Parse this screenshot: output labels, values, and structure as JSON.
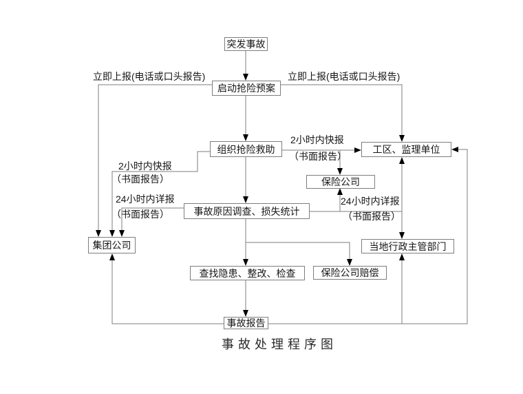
{
  "diagram": {
    "title": "事故处理程序图",
    "nodes": {
      "sudden_accident": "突发事故",
      "launch_plan": "启动抢险预案",
      "organize_rescue": "组织抢险救助",
      "work_area_supervisor": "工区、监理单位",
      "insurance_company": "保险公司",
      "cause_investigation": "事故原因调查、损失统计",
      "group_company": "集团公司",
      "local_authority": "当地行政主管部门",
      "hazard_check": "查找隐患、整改、检查",
      "insurance_compensation": "保险公司赔偿",
      "accident_report": "事故报告"
    },
    "edge_labels": {
      "immediate_report_left": "立即上报(电话或口头报告)",
      "immediate_report_right": "立即上报(电话或口头报告)",
      "quick_report_left_line1": "2小时内快报",
      "quick_report_left_line2": "（书面报告）",
      "quick_report_right_line1": "2小时内快报",
      "quick_report_right_line2": "（书面报告）",
      "detail_report_left_line1": "24小时内详报",
      "detail_report_left_line2": "（书面报告）",
      "detail_report_right_line1": "24小时内详报",
      "detail_report_right_line2": "（书面报告）"
    },
    "colors": {
      "line": "#7d7d7d",
      "arrow": "#000000",
      "text": "#161616"
    }
  }
}
